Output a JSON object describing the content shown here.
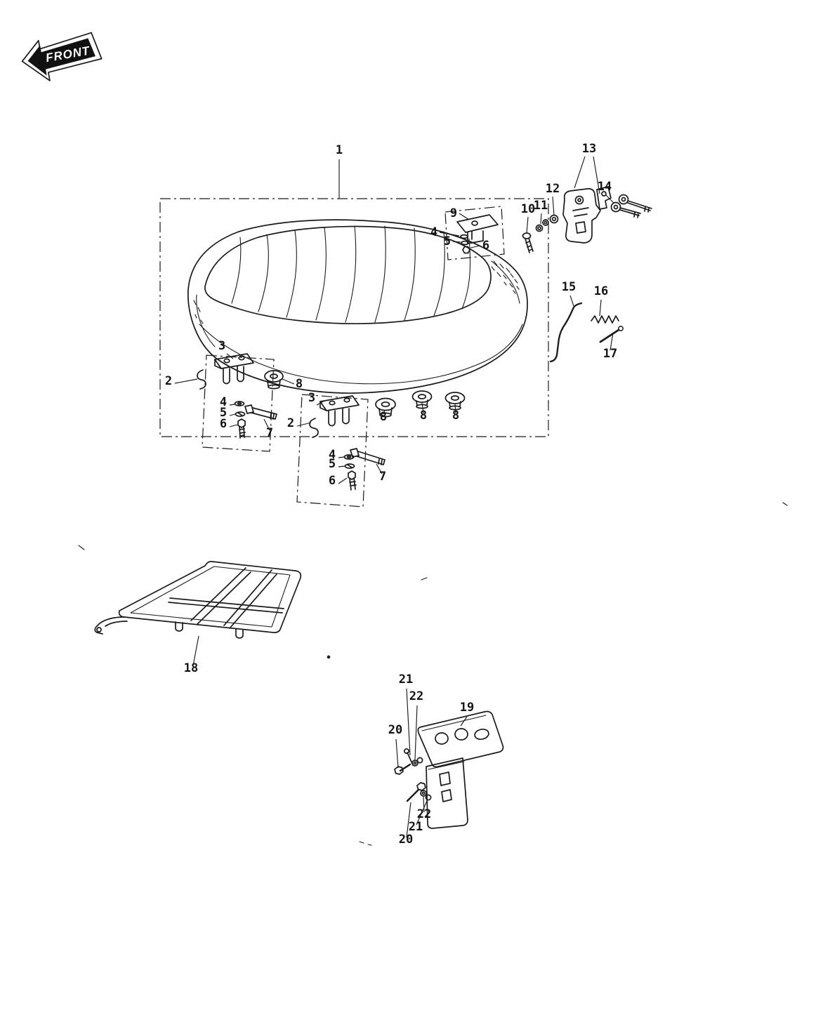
{
  "diagram": {
    "front_label": "FRONT",
    "labels": {
      "n1": "1",
      "n9": "9",
      "n4a": "4",
      "n5a": "5",
      "n6a": "6",
      "n13": "13",
      "n12": "12",
      "n10": "10",
      "n11": "11",
      "n14": "14",
      "n15": "15",
      "n16": "16",
      "n17": "17",
      "n3a": "3",
      "n2a": "2",
      "n8a": "8",
      "n4b": "4",
      "n5b": "5",
      "n6b": "6",
      "n7a": "7",
      "n3b": "3",
      "n2b": "2",
      "n4c": "4",
      "n5c": "5",
      "n6c": "6",
      "n7b": "7",
      "n8b": "8",
      "n8c": "8",
      "n8d": "8",
      "n18": "18",
      "n19": "19",
      "n21a": "21",
      "n22a": "22",
      "n20a": "20",
      "n22b": "22",
      "n21b": "21",
      "n20b": "20"
    },
    "colors": {
      "ink": "#1a1a1a",
      "paper": "#ffffff"
    }
  }
}
